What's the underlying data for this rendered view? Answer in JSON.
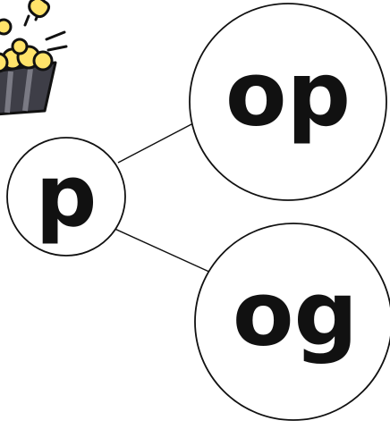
{
  "diagram": {
    "root": {
      "label": "p"
    },
    "branches": [
      {
        "label": "op"
      },
      {
        "label": "og"
      }
    ]
  },
  "icon": {
    "name": "popcorn-icon",
    "fill": "#FFE36A",
    "bucket": "#3E3E47"
  },
  "colors": {
    "stroke": "#111111",
    "text": "#111111",
    "background": "#ffffff"
  }
}
